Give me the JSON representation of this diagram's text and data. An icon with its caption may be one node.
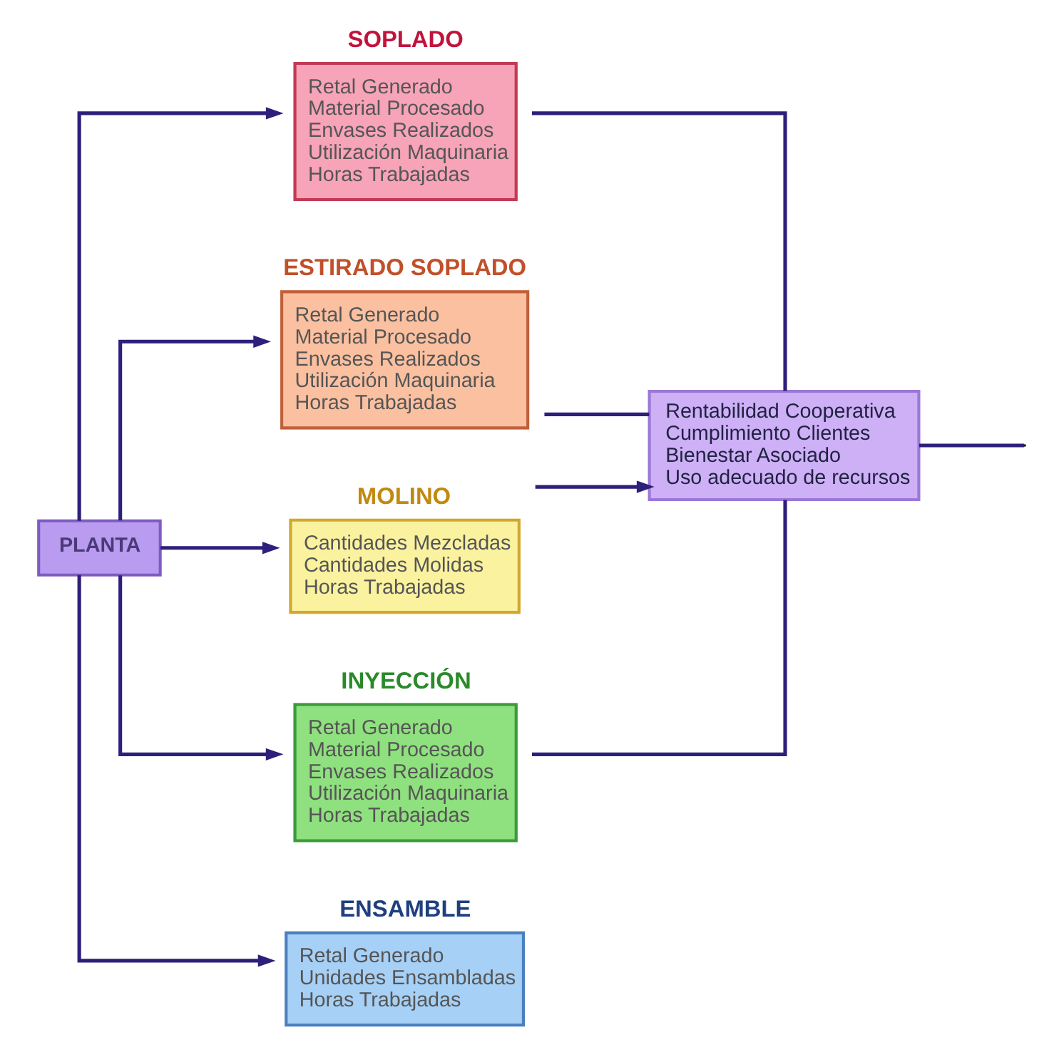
{
  "diagram": {
    "nodes": [
      {
        "text": [
          "PLANTA"
        ]
      },
      {
        "text": [
          "SOPLADO",
          "Retal Generado",
          "Material Procesado",
          "Envases Realizados",
          "Utilización Maquinaria",
          "Horas Trabajadas"
        ]
      },
      {
        "text": [
          "ESTIRADO SOPLADO",
          "Retal Generado",
          "Material Procesado",
          "Envases Realizados",
          "Utilización Maquinaria",
          "Horas Trabajadas"
        ]
      },
      {
        "text": [
          "MOLINO",
          "Cantidades Mezcladas",
          "Cantidades Molidas",
          "Horas Trabajadas"
        ]
      },
      {
        "text": [
          "INYECCIÓN",
          "Retal Generado",
          "Material Procesado",
          "Envases Realizados",
          "Utilización Maquinaria",
          "Horas Trabajadas"
        ]
      },
      {
        "text": [
          "ENSAMBLE",
          "Retal Generado",
          "Unidades Ensambladas",
          "Horas Trabajadas"
        ]
      },
      {
        "text": [
          "Rentabilidad Cooperativa",
          "Cumplimiento Clientes",
          "Bienestar Asociado",
          "Uso adecuado de recursos"
        ]
      }
    ],
    "edges": [
      {
        "from": 0,
        "to": 1,
        "arrow": "to"
      },
      {
        "from": 0,
        "to": 2,
        "arrow": "to"
      },
      {
        "from": 0,
        "to": 3,
        "arrow": "to"
      },
      {
        "from": 0,
        "to": 4,
        "arrow": "to"
      },
      {
        "from": 0,
        "to": 5,
        "arrow": "to"
      },
      {
        "from": 1,
        "to": 6,
        "arrow": "none"
      },
      {
        "from": 2,
        "to": 6,
        "arrow": "none"
      },
      {
        "from": 3,
        "to": 6,
        "arrow": "to"
      },
      {
        "from": 4,
        "to": 6,
        "arrow": "none"
      },
      {
        "from": 6,
        "to": null,
        "arrow": "none"
      }
    ]
  }
}
